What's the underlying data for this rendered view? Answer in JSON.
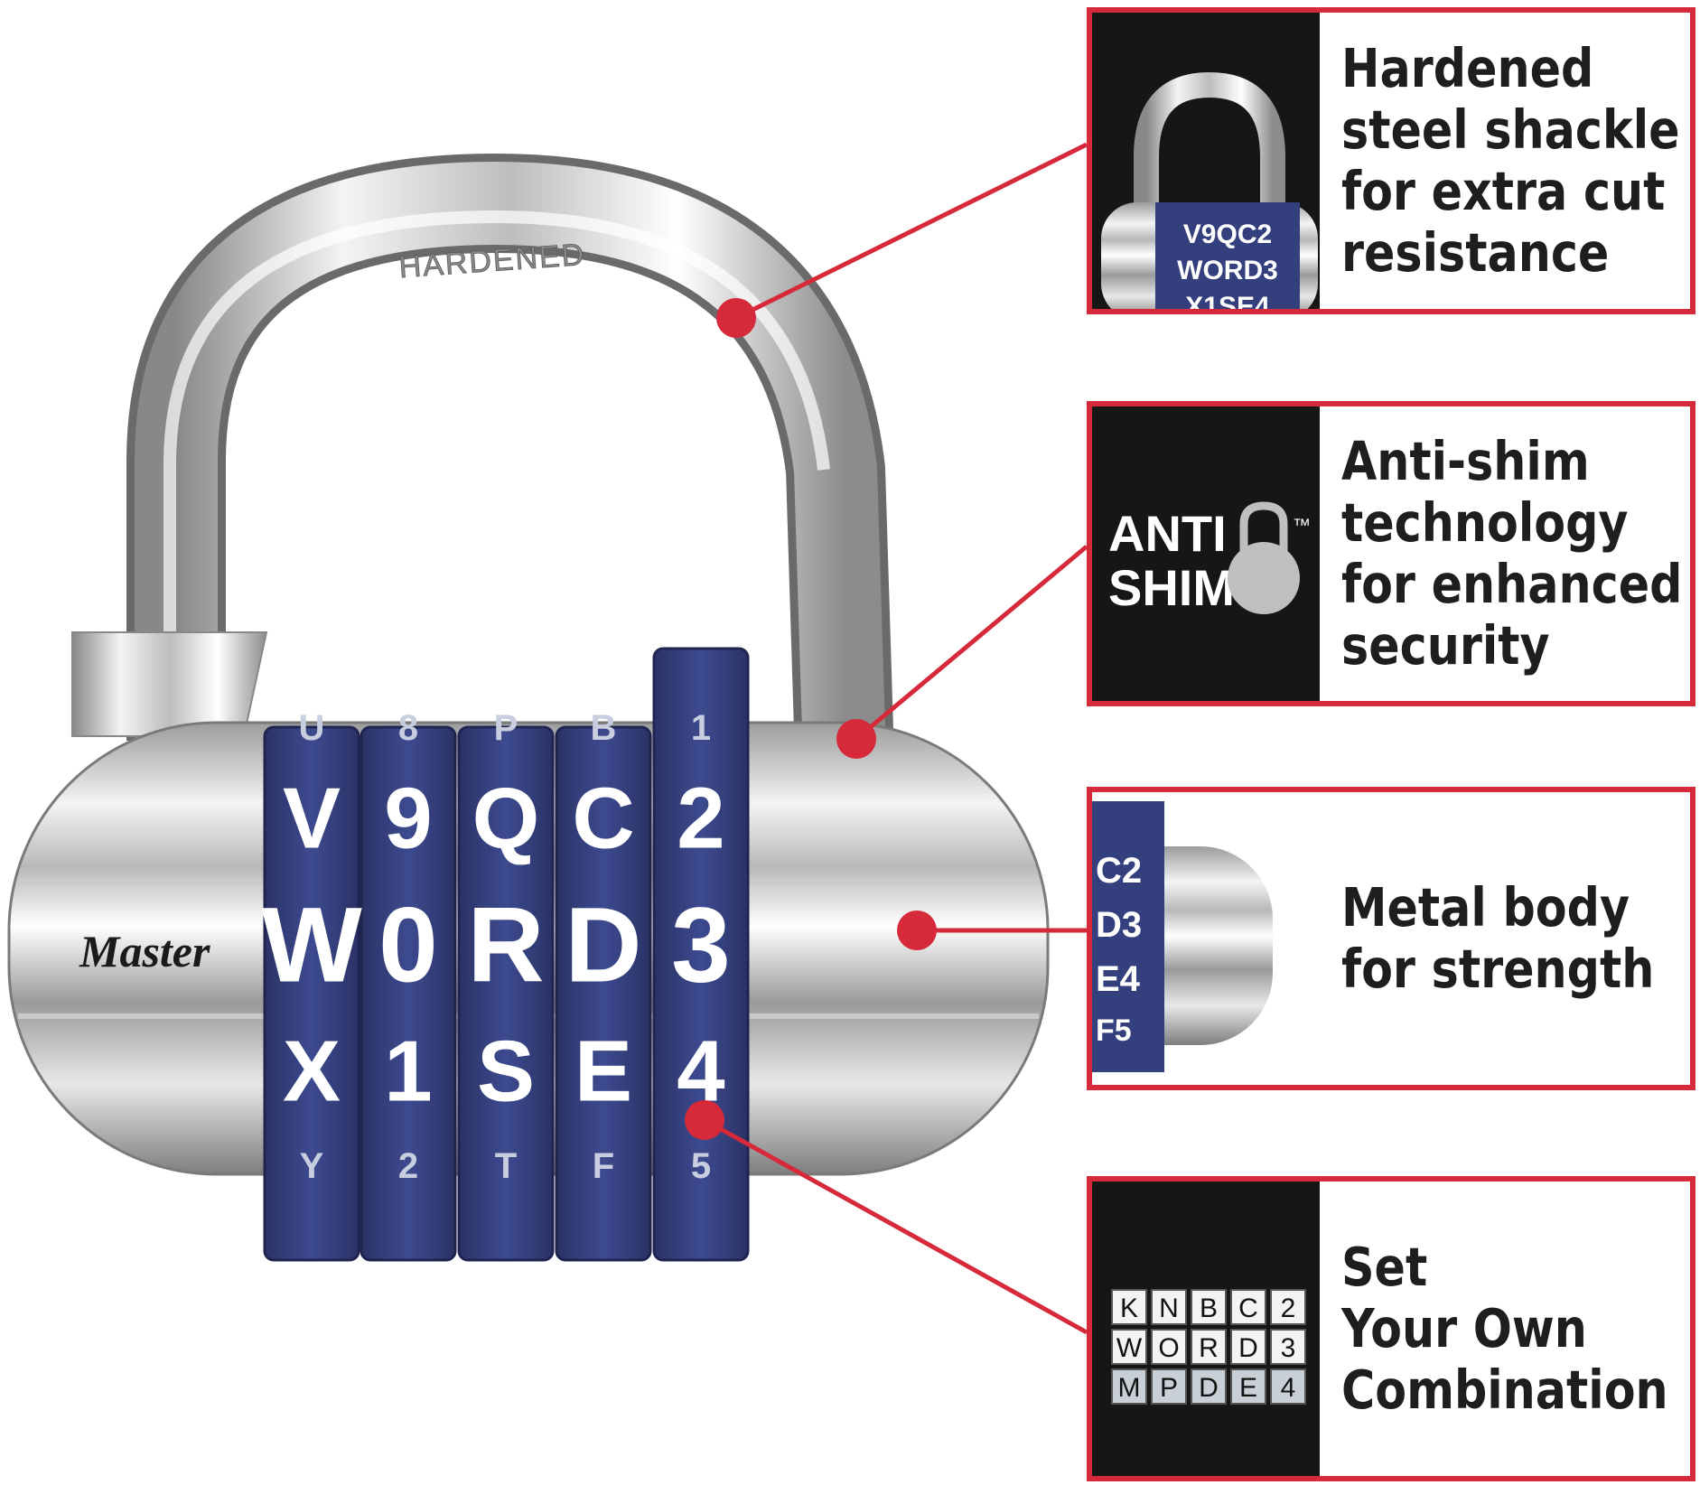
{
  "brand": {
    "logo_text": "Master"
  },
  "product": {
    "shackle_stamp": "HARDENED",
    "dials": {
      "rows": [
        [
          "U",
          "8",
          "P",
          "B",
          "1"
        ],
        [
          "V",
          "9",
          "Q",
          "C",
          "2"
        ],
        [
          "W",
          "0",
          "R",
          "D",
          "3"
        ],
        [
          "X",
          "1",
          "S",
          "E",
          "4"
        ],
        [
          "Y",
          "2",
          "T",
          "F",
          "5"
        ]
      ],
      "set_word": "W0RD3"
    }
  },
  "features": [
    {
      "text": "Hardened steel shackle for extra cut resistance",
      "lines": [
        "Hardened",
        "steel shackle",
        "for extra cut",
        "resistance"
      ]
    },
    {
      "text": "Anti-shim technology for enhanced security",
      "lines": [
        "Anti-shim",
        "technology",
        "for enhanced",
        "security"
      ],
      "badge": {
        "line1": "ANTI",
        "line2": "SHIM",
        "trademark": "™"
      }
    },
    {
      "text": "Metal body for strength",
      "lines": [
        "Metal body",
        "for strength"
      ]
    },
    {
      "text": "Set Your Own Combination",
      "lines": [
        "Set",
        "Your Own",
        "Combination"
      ],
      "combo_grid": [
        [
          "K",
          "N",
          "B",
          "C",
          "2"
        ],
        [
          "W",
          "O",
          "R",
          "D",
          "3"
        ],
        [
          "M",
          "P",
          "D",
          "E",
          "4"
        ]
      ]
    }
  ],
  "colors": {
    "accent_red": "#d6293a",
    "dial_blue": "#343f7e",
    "panel_dark": "#171616",
    "chrome_light": "#f2f2f2",
    "chrome_dark": "#8a8a8a"
  }
}
